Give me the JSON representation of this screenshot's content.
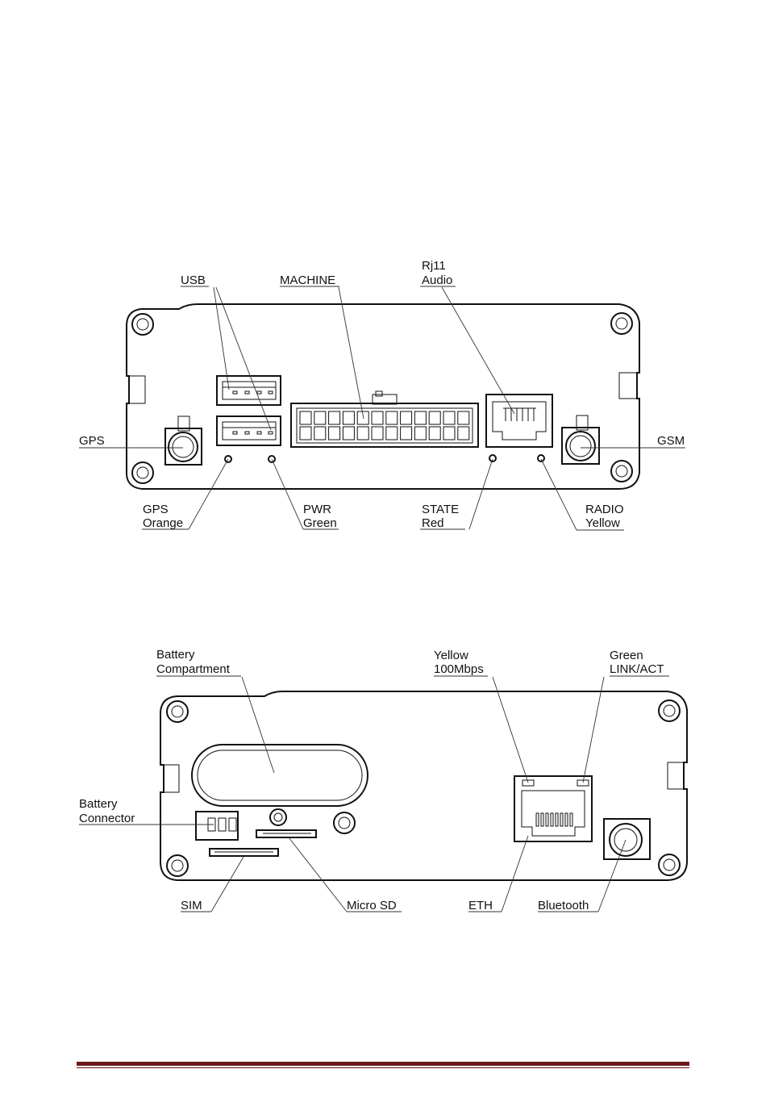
{
  "front_panel": {
    "labels": {
      "usb": "USB",
      "machine": "MACHINE",
      "rj11_line1": "Rj11",
      "rj11_line2": "Audio",
      "gps": "GPS",
      "gsm": "GSM",
      "gps_led_line1": "GPS",
      "gps_led_line2": "Orange",
      "pwr_led_line1": "PWR",
      "pwr_led_line2": "Green",
      "state_led_line1": "STATE",
      "state_led_line2": "Red",
      "radio_led_line1": "RADIO",
      "radio_led_line2": "Yellow"
    }
  },
  "rear_panel": {
    "labels": {
      "battery_compartment_line1": "Battery",
      "battery_compartment_line2": "Compartment",
      "yellow_led_line1": "Yellow",
      "yellow_led_line2": "100Mbps",
      "green_led_line1": "Green",
      "green_led_line2": "LINK/ACT",
      "battery_connector_line1": "Battery",
      "battery_connector_line2": "Connector",
      "sim": "SIM",
      "micro_sd": "Micro SD",
      "eth": "ETH",
      "bluetooth": "Bluetooth"
    }
  },
  "footer": {
    "rule_color": "#6b1a1a"
  }
}
